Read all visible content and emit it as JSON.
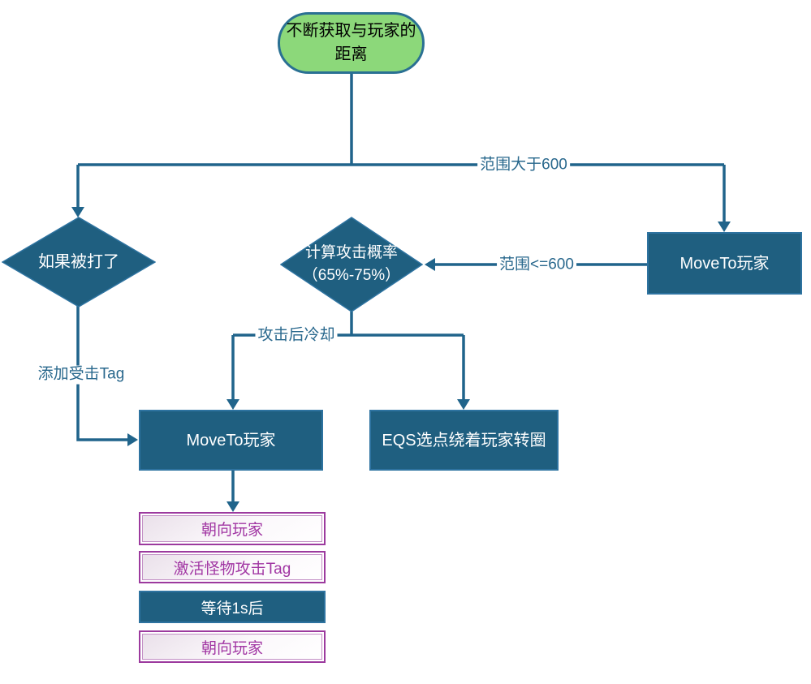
{
  "diagram": {
    "nodes": {
      "start": "不断获取与玩家的距离",
      "hit_check": "如果被打了",
      "attack_prob_line1": "计算攻击概率",
      "attack_prob_line2": "（65%-75%）",
      "moveto_right": "MoveTo玩家",
      "moveto_mid": "MoveTo玩家",
      "eqs_circle": "EQS选点绕着玩家转圈",
      "face_player_1": "朝向玩家",
      "activate_attack_tag": "激活怪物攻击Tag",
      "wait_1s": "等待1s后",
      "face_player_2": "朝向玩家"
    },
    "edge_labels": {
      "range_gt_600": "范围大于600",
      "range_le_600": "范围<=600",
      "cooldown_after_attack": "攻击后冷却",
      "add_hit_tag": "添加受击Tag"
    },
    "colors": {
      "node_fill": "#1f5f80",
      "node_border": "#2e73a0",
      "connector": "#20648b",
      "start_fill": "#8cd87a",
      "start_border": "#2a7093",
      "action_border": "#9c3a9e",
      "action_text": "#a136a3"
    }
  }
}
